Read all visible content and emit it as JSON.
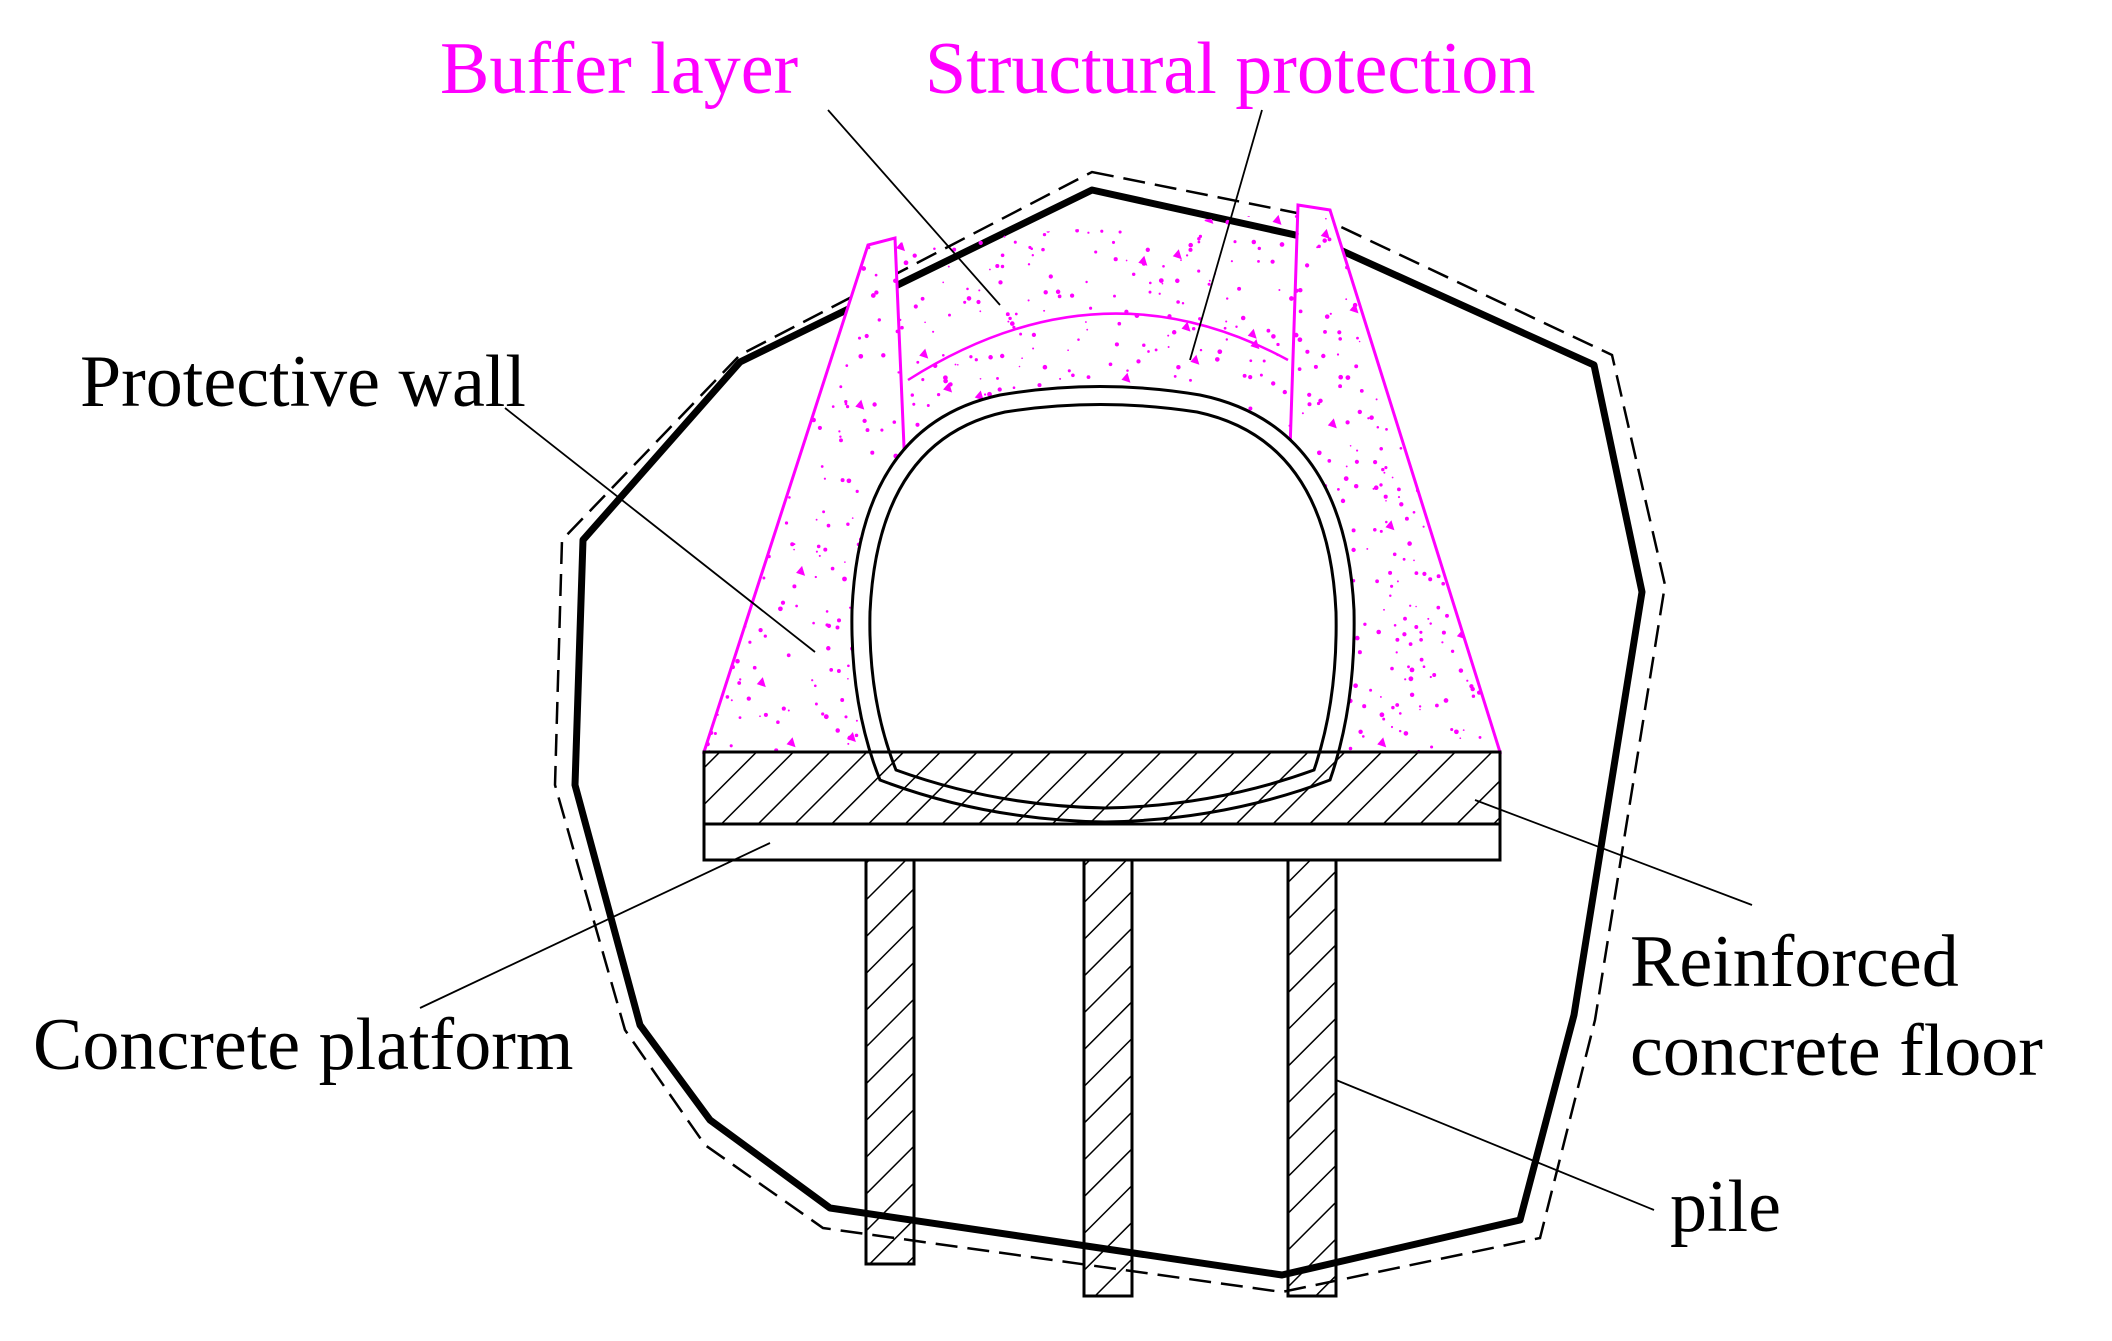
{
  "colors": {
    "accent": "#ff00ff",
    "line": "#000000",
    "background": "#ffffff"
  },
  "labels": {
    "buffer_layer": "Buffer layer",
    "structural_protection": "Structural protection",
    "protective_wall": "Protective wall",
    "concrete_platform": "Concrete platform",
    "reinforced_floor_line1": "Reinforced",
    "reinforced_floor_line2": "concrete floor",
    "pile": "pile"
  }
}
